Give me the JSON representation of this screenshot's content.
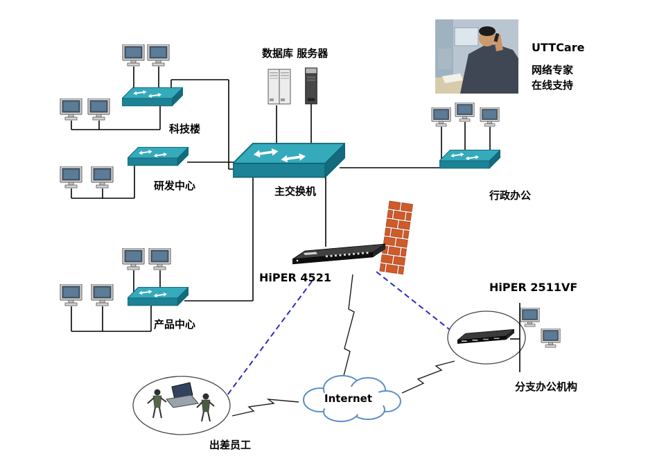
{
  "labels": {
    "db_server": "数据库 服务器",
    "tech_building": "科技楼",
    "rd_center": "研发中心",
    "main_switch": "主交换机",
    "admin_office": "行政办公",
    "product_center": "产品中心",
    "hiper_4521": "HiPER 4521",
    "hiper_2511vf": "HiPER 2511VF",
    "branch_office": "分支办公机构",
    "traveling_staff": "出差员工",
    "internet": "Internet",
    "uttcare_title": "UTTCare",
    "uttcare_line1": "网络专家",
    "uttcare_line2": "在线支持"
  },
  "colors": {
    "switch_top": "#35AABB",
    "switch_front": "#1D8296",
    "firewall_brick": "#CF5A2A",
    "cloud_outline": "#5B8DC8",
    "dashed_link": "#2A2ACB",
    "solid_link": "#000000"
  },
  "icons": {
    "monitor": "desktop-monitor-icon",
    "switch": "lan-switch-icon",
    "server_light": "server-tower-light-icon",
    "server_dark": "server-tower-dark-icon",
    "router": "rack-router-icon",
    "firewall": "firewall-brick-wall-icon",
    "cloud": "internet-cloud-icon",
    "people": "mobile-workers-icon",
    "photo": "support-engineer-photo"
  },
  "clusters": [
    {
      "name": "科技楼",
      "workstations": 4
    },
    {
      "name": "研发中心",
      "workstations": 2
    },
    {
      "name": "行政办公",
      "workstations": 3
    },
    {
      "name": "产品中心",
      "workstations": 4
    },
    {
      "name": "分支办公机构",
      "workstations": 2
    }
  ]
}
